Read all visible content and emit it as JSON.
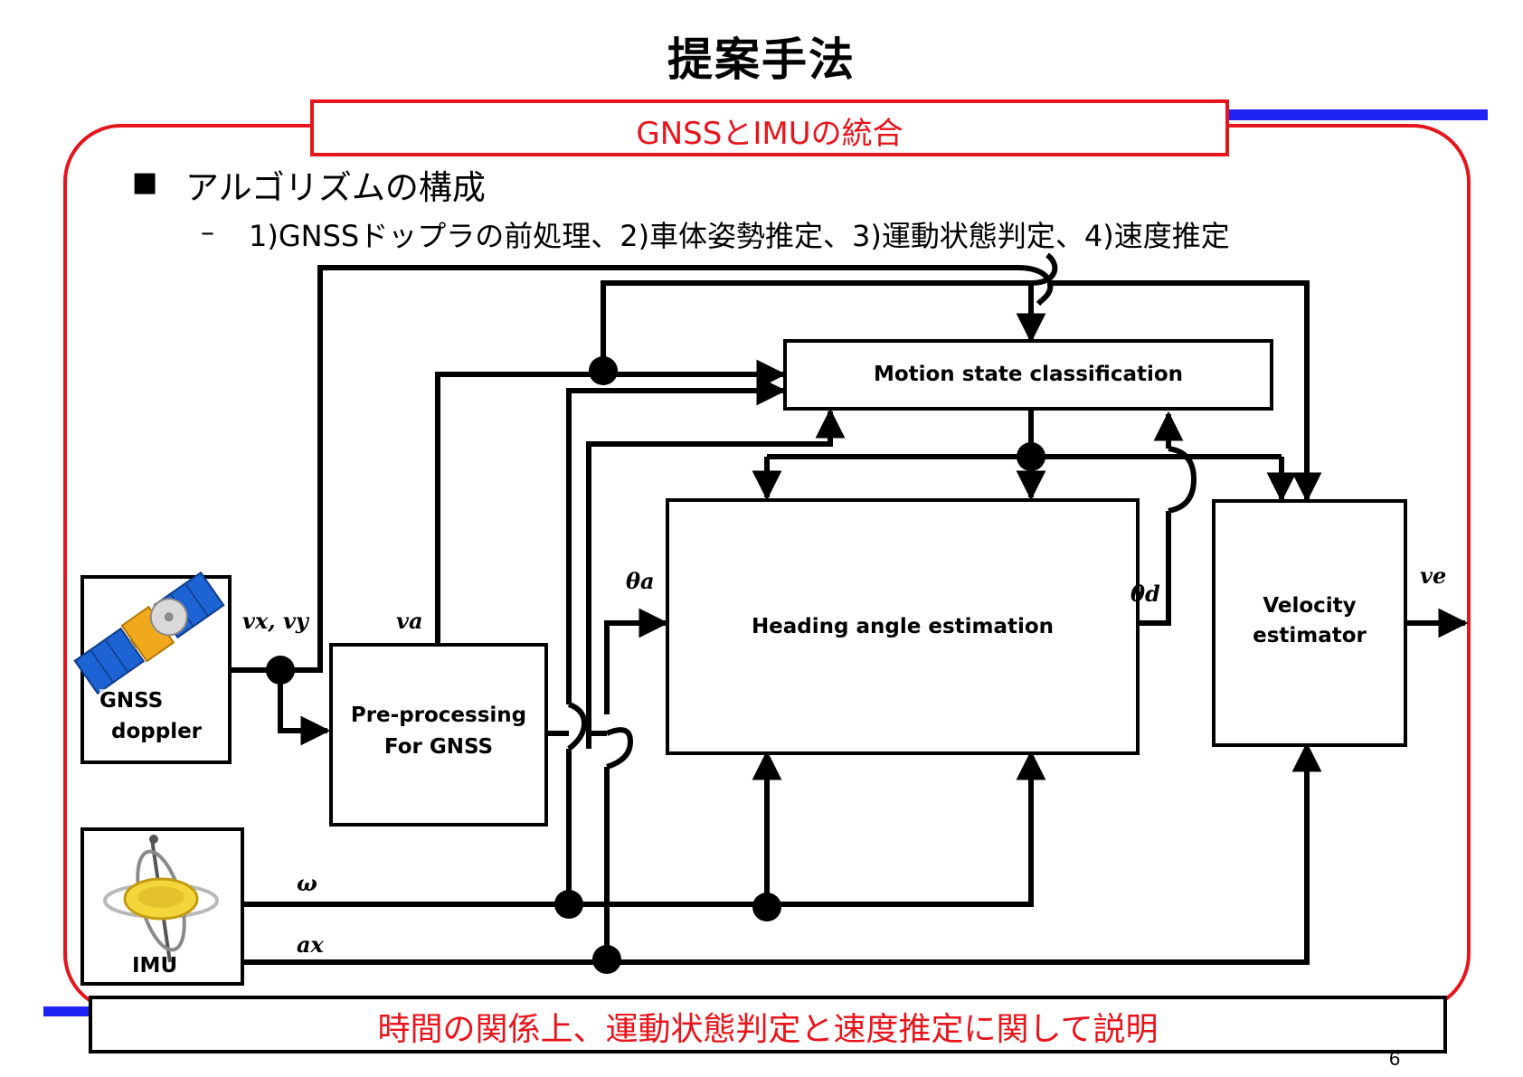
{
  "slide": {
    "title": "提案手法",
    "banner": "GNSSとIMUの統合",
    "bullet_marker": "■",
    "bullet": "アルゴリズムの構成",
    "sub_marker": "–",
    "sub_bullet": "1)GNSSドップラの前処理、2)車体姿勢推定、3)運動状態判定、4)速度推定",
    "footer": "時間の関係上、運動状態判定と速度推定に関して説明",
    "page_number": "6"
  },
  "colors": {
    "accent_red": "#e8141b",
    "accent_blue": "#1f24f5",
    "line": "#000000"
  },
  "diagram": {
    "blocks": {
      "gnss": "GNSS doppler",
      "gnss_line1": "GNSS",
      "gnss_line2": "doppler",
      "imu": "IMU",
      "preprocess_line1": "Pre-processing",
      "preprocess_line2": "For GNSS",
      "motion": "Motion state classification",
      "heading": "Heading angle estimation",
      "velocity_line1": "Velocity",
      "velocity_line2": "estimator"
    },
    "signals": {
      "vxvy": "vx, vy",
      "va": "va",
      "theta_a": "θa",
      "theta_d": "θd",
      "ve": "ve",
      "omega": "ω",
      "ax": "ax"
    },
    "icons": [
      "satellite-icon",
      "gyroscope-icon"
    ]
  }
}
